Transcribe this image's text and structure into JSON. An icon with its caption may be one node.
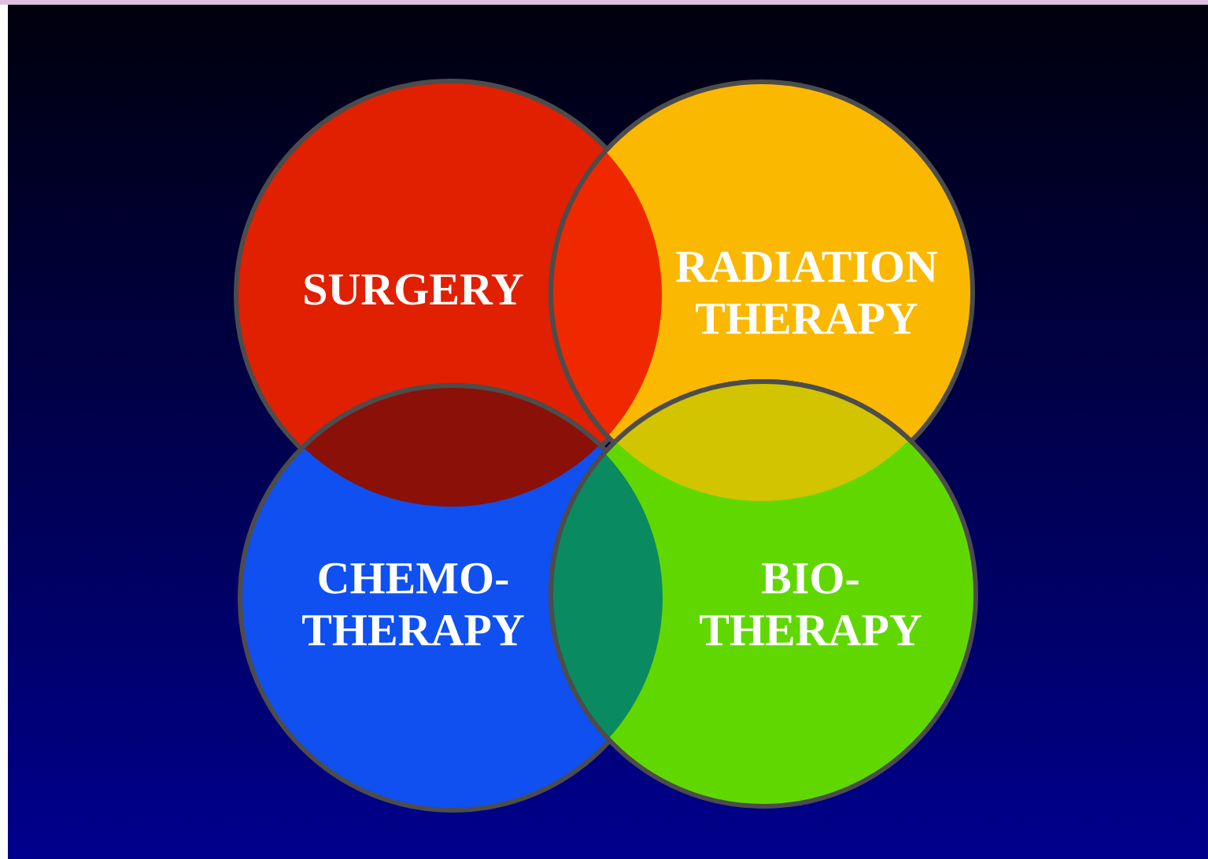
{
  "diagram": {
    "nodes": [
      {
        "text": [
          "SURGERY"
        ]
      },
      {
        "text": [
          "RADIATION THERAPY"
        ]
      },
      {
        "text": [
          "CHEMO- THERAPY"
        ]
      },
      {
        "text": [
          "BIO- THERAPY"
        ]
      }
    ]
  }
}
